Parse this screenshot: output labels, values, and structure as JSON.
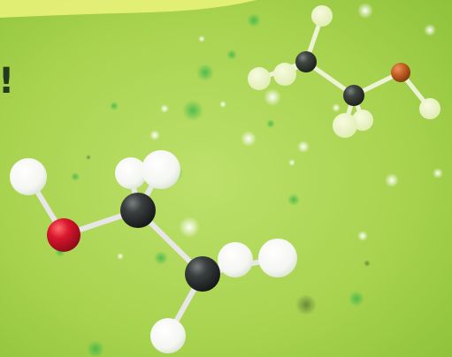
{
  "scene": {
    "edge_mark": "!",
    "colors": {
      "background_light": "#bde06a",
      "background_mid": "#a8d34f",
      "background_dark": "#8fc23a",
      "top_band": "#e9f27a",
      "carbon": "#2b2f2f",
      "oxygen": "#c8142a",
      "oxygen_far": "#c2561f",
      "hydrogen": "#ffffff",
      "bond": "#e6e6e6",
      "sparkle_light": "#ffffff",
      "sparkle_green": "#2fb34a"
    },
    "molecules": [
      {
        "name": "ethanol-molecule-front",
        "atoms": [
          "hydrogen",
          "oxygen",
          "carbon",
          "hydrogen",
          "hydrogen",
          "carbon",
          "hydrogen",
          "hydrogen",
          "hydrogen"
        ]
      },
      {
        "name": "ethanol-molecule-back",
        "atoms": [
          "hydrogen",
          "carbon",
          "hydrogen",
          "hydrogen",
          "carbon",
          "hydrogen",
          "hydrogen",
          "oxygen",
          "hydrogen"
        ]
      }
    ]
  }
}
